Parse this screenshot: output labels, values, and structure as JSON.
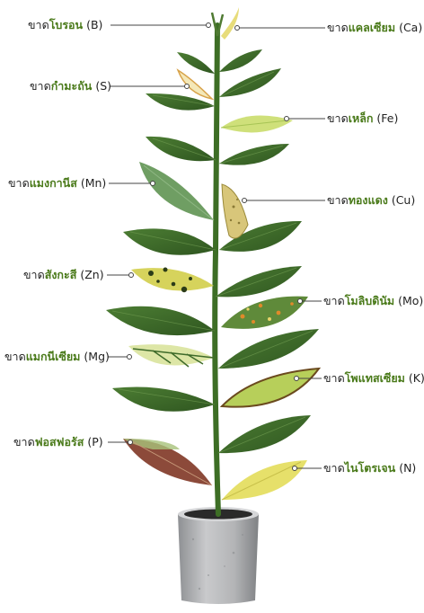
{
  "labels": {
    "boron": {
      "prefix": "ขาด",
      "element": "โบรอน",
      "symbol": "(B)"
    },
    "sulfur": {
      "prefix": "ขาด",
      "element": "กำมะถัน",
      "symbol": "(S)"
    },
    "manganese": {
      "prefix": "ขาด",
      "element": "แมงกานีส",
      "symbol": "(Mn)"
    },
    "zinc": {
      "prefix": "ขาด",
      "element": "สังกะสี",
      "symbol": "(Zn)"
    },
    "magnesium": {
      "prefix": "ขาด",
      "element": "แมกนีเซียม",
      "symbol": "(Mg)"
    },
    "phosphorus": {
      "prefix": "ขาด",
      "element": "ฟอสฟอรัส",
      "symbol": "(P)"
    },
    "calcium": {
      "prefix": "ขาด",
      "element": "แคลเซียม",
      "symbol": "(Ca)"
    },
    "iron": {
      "prefix": "ขาด",
      "element": "เหล็ก",
      "symbol": "(Fe)"
    },
    "copper": {
      "prefix": "ขาด",
      "element": "ทองแดง",
      "symbol": "(Cu)"
    },
    "molybdenum": {
      "prefix": "ขาด",
      "element": "โมลิบดินัม",
      "symbol": "(Mo)"
    },
    "potassium": {
      "prefix": "ขาด",
      "element": "โพแทสเซียม",
      "symbol": "(K)"
    },
    "nitrogen": {
      "prefix": "ขาด",
      "element": "ไนโตรเจน",
      "symbol": "(N)"
    }
  },
  "colors": {
    "healthy_leaf": "#3f6b2a",
    "stem": "#3d6e25",
    "label_element": "#4a7a1a",
    "pot": "#b9babc"
  }
}
